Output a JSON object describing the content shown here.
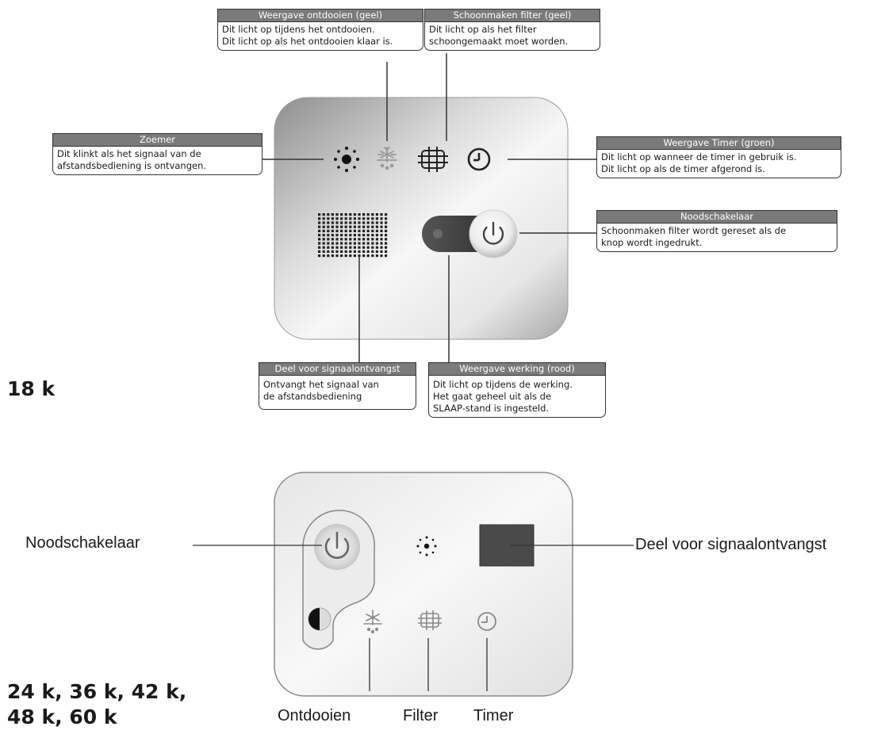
{
  "top_panel": {
    "model_label": "18 k",
    "callouts": {
      "defrost": {
        "title": "Weergave ontdooien (geel)",
        "lines": [
          "Dit licht op tijdens het ontdooien.",
          "Dit licht op als het ontdooien klaar is."
        ]
      },
      "filter": {
        "title": "Schoonmaken filter (geel)",
        "lines": [
          "Dit licht op als het filter",
          "schoongemaakt moet worden."
        ]
      },
      "buzzer": {
        "title": "Zoemer",
        "lines": [
          "Dit klinkt als het signaal van de",
          "afstandsbediening is ontvangen."
        ]
      },
      "timer": {
        "title": "Weergave Timer (groen)",
        "lines": [
          "Dit licht op wanneer de timer in gebruik is.",
          "Dit licht op als de timer afgerond is."
        ]
      },
      "emergency": {
        "title": "Noodschakelaar",
        "lines": [
          "Schoonmaken filter wordt gereset als de",
          "knop wordt ingedrukt."
        ]
      },
      "receiver": {
        "title": "Deel voor signaalontvangst",
        "lines": [
          "Ontvangt het signaal van",
          "de afstandsbediening"
        ]
      },
      "operation": {
        "title": "Weergave werking (rood)",
        "lines": [
          "Dit licht op tijdens de werking.",
          "Het gaat geheel uit als de",
          "SLAAP-stand is ingesteld."
        ]
      }
    }
  },
  "bottom_panel": {
    "model_label_line1": "24 k, 36 k, 42 k,",
    "model_label_line2": "48 k, 60 k",
    "labels": {
      "emergency": "Noodschakelaar",
      "receiver": "Deel voor signaalontvangst",
      "defrost": "Ontdooien",
      "filter": "Filter",
      "timer": "Timer"
    }
  },
  "icons": {
    "buzzer": "buzzer-dots-icon",
    "defrost": "snowflake-icon",
    "filter": "filter-grid-icon",
    "timer": "clock-icon",
    "power": "power-icon",
    "operation": "half-moon-led-icon"
  },
  "colors": {
    "callout_header": "#7a7a7a",
    "receiver_window": "#4a4a4a"
  }
}
